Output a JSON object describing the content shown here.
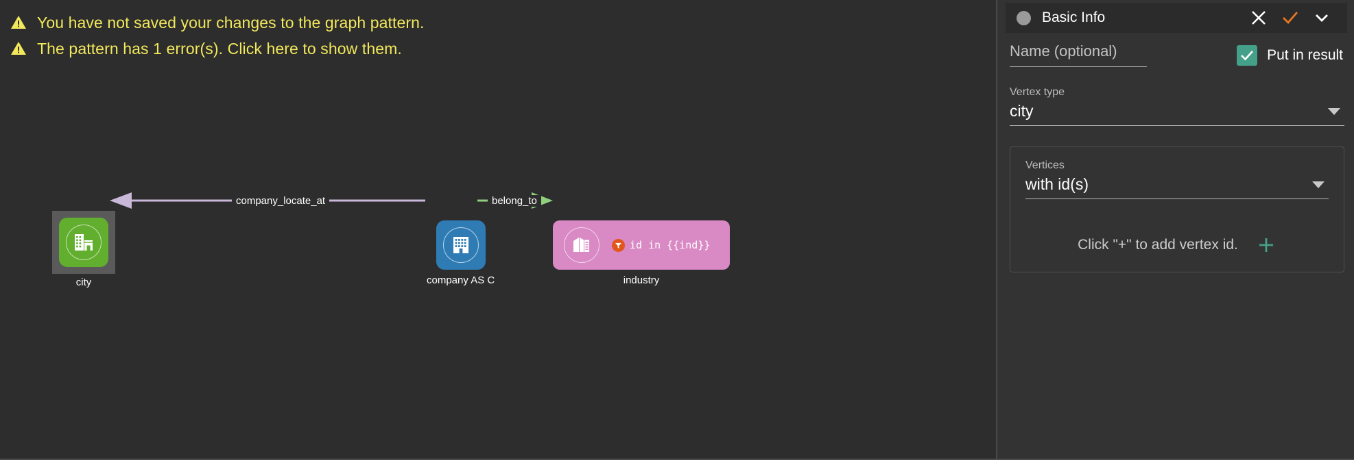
{
  "warnings": [
    {
      "icon": "warning-triangle-icon",
      "text": "You have not saved your changes to the graph pattern."
    },
    {
      "icon": "warning-triangle-icon",
      "text": "The pattern has 1 error(s). Click here to show them."
    }
  ],
  "graph": {
    "nodes": [
      {
        "id": "city",
        "label": "city",
        "color": "#62ae2e",
        "icon": "buildings-icon",
        "selected": true
      },
      {
        "id": "company",
        "label": "company AS C",
        "color": "#2f7cb5",
        "icon": "office-building-icon",
        "selected": false
      },
      {
        "id": "industry",
        "label": "industry",
        "color": "#d989c4",
        "icon": "boxes-icon",
        "selected": false,
        "filter_badge": "filter-icon",
        "expression": "id in {{ind}}"
      }
    ],
    "edges": [
      {
        "label": "company_locate_at",
        "color": "#c9b8d8",
        "direction": "left"
      },
      {
        "label": "belong_to",
        "color": "#8ed07e",
        "direction": "right"
      }
    ]
  },
  "panel": {
    "header": {
      "title": "Basic Info",
      "dot_color": "#9a9a9a",
      "close_icon": "close-icon",
      "confirm_icon": "check-icon",
      "confirm_color": "#e87722",
      "collapse_icon": "chevron-down-icon"
    },
    "name_field": {
      "placeholder": "Name (optional)",
      "value": ""
    },
    "put_in_result": {
      "label": "Put in result",
      "checked": true,
      "color": "#45a08a"
    },
    "vertex_type": {
      "label": "Vertex type",
      "value": "city"
    },
    "vertices": {
      "label": "Vertices",
      "value": "with id(s)",
      "hint": "Click \"+\" to add vertex id.",
      "add_icon": "plus-icon",
      "add_icon_color": "#45a08a"
    }
  }
}
